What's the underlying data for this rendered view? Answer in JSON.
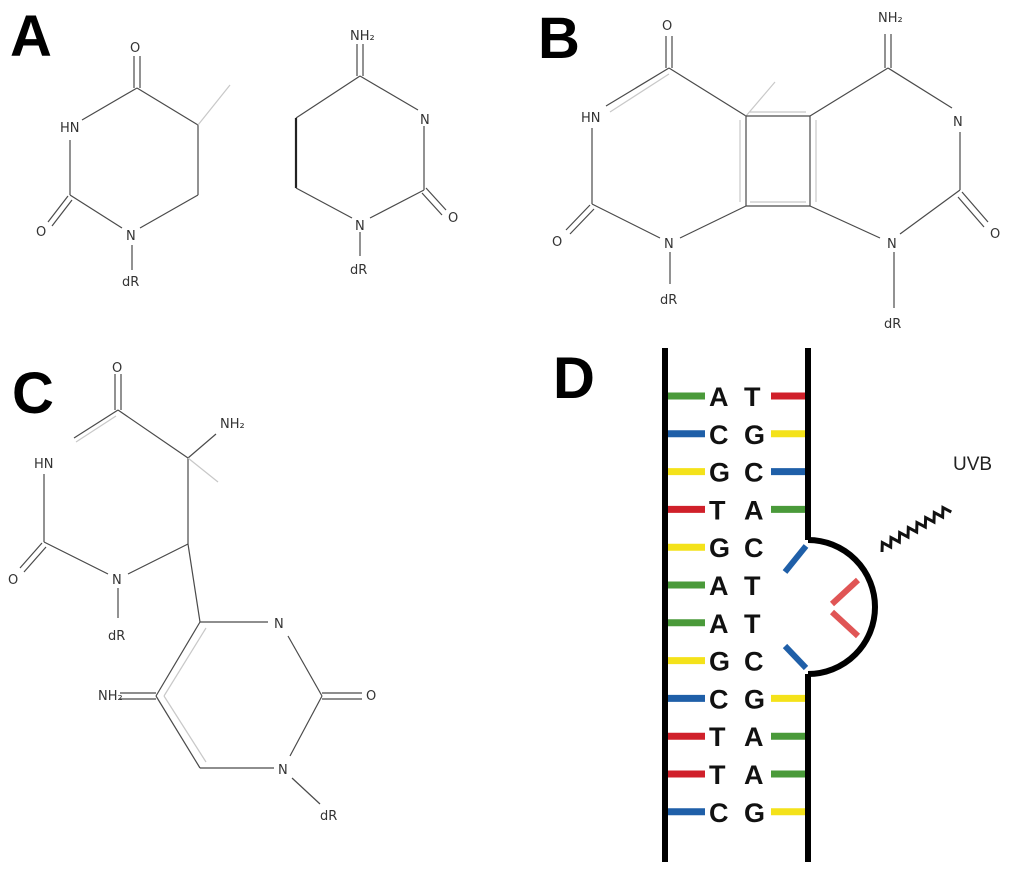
{
  "panels": {
    "A": {
      "letter": "A",
      "mol1": {
        "nh": "HN",
        "o_top": "O",
        "o_left": "O",
        "n": "N",
        "dr": "dR"
      },
      "mol2": {
        "nh2": "NH₂",
        "n_top": "N",
        "o": "O",
        "n": "N",
        "dr": "dR"
      }
    },
    "B": {
      "letter": "B",
      "left": {
        "o_top": "O",
        "nh": "HN",
        "o_left": "O",
        "n": "N",
        "dr": "dR"
      },
      "right": {
        "nh2": "NH₂",
        "n_top": "N",
        "o": "O",
        "n": "N",
        "dr": "dR"
      }
    },
    "C": {
      "letter": "C",
      "top": {
        "o_top": "O",
        "nh": "HN",
        "nh2": "NH₂",
        "o_left": "O",
        "n": "N",
        "dr": "dR"
      },
      "bottom": {
        "n_top": "N",
        "nh2": "NH₂",
        "o": "O",
        "n": "N",
        "dr": "dR"
      }
    },
    "D": {
      "letter": "D",
      "uvb_label": "UVB",
      "pairs": [
        {
          "left": "A",
          "right": "T"
        },
        {
          "left": "C",
          "right": "G"
        },
        {
          "left": "G",
          "right": "C"
        },
        {
          "left": "T",
          "right": "A"
        },
        {
          "left": "G",
          "right": "C"
        },
        {
          "left": "A",
          "right": "T"
        },
        {
          "left": "A",
          "right": "T"
        },
        {
          "left": "G",
          "right": "C"
        },
        {
          "left": "C",
          "right": "G"
        },
        {
          "left": "T",
          "right": "A"
        },
        {
          "left": "T",
          "right": "A"
        },
        {
          "left": "C",
          "right": "G"
        }
      ],
      "base_colors": {
        "A": "#4a9a3a",
        "T": "#d0202a",
        "G": "#f4e21a",
        "C": "#1f5fa8"
      },
      "lesion_color": "#e05555"
    }
  }
}
